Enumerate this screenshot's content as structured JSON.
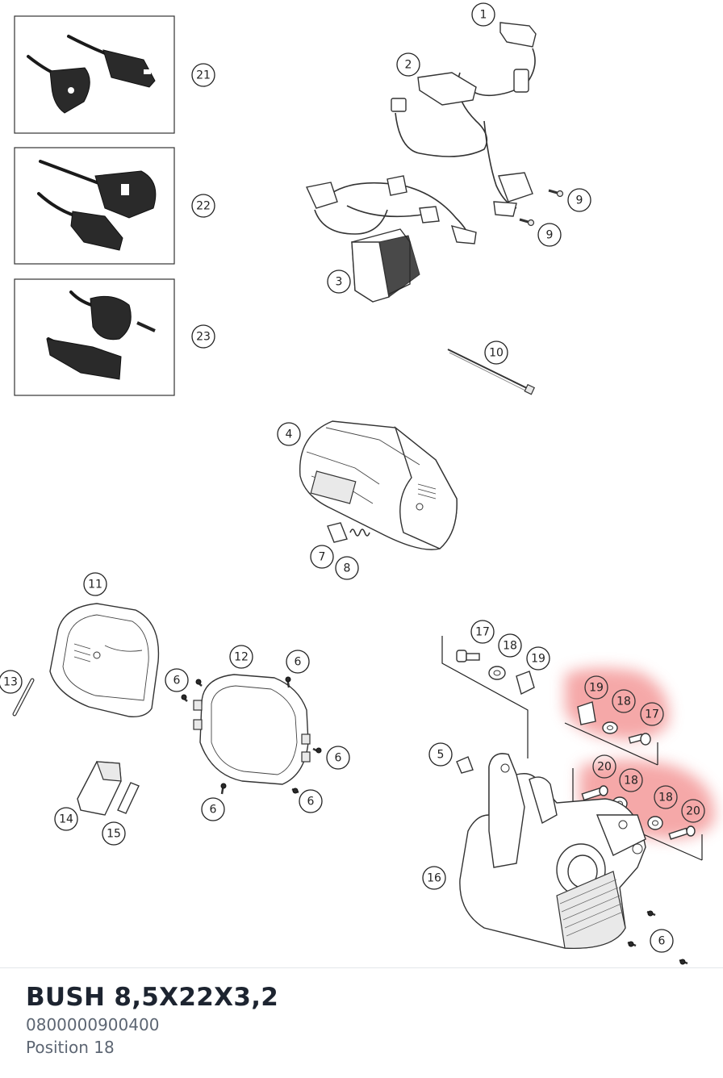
{
  "part": {
    "title": "BUSH 8,5X22X3,2",
    "number": "0800000900400",
    "position": "Position 18"
  },
  "highlight_color": "#f28b8b",
  "callouts": [
    {
      "label": "1"
    },
    {
      "label": "2"
    },
    {
      "label": "3"
    },
    {
      "label": "4"
    },
    {
      "label": "5"
    },
    {
      "label": "6"
    },
    {
      "label": "6"
    },
    {
      "label": "6"
    },
    {
      "label": "6"
    },
    {
      "label": "6"
    },
    {
      "label": "6"
    },
    {
      "label": "7"
    },
    {
      "label": "8"
    },
    {
      "label": "9"
    },
    {
      "label": "9"
    },
    {
      "label": "10"
    },
    {
      "label": "11"
    },
    {
      "label": "12"
    },
    {
      "label": "13"
    },
    {
      "label": "14"
    },
    {
      "label": "15"
    },
    {
      "label": "16"
    },
    {
      "label": "17"
    },
    {
      "label": "18"
    },
    {
      "label": "19"
    },
    {
      "label": "19"
    },
    {
      "label": "18"
    },
    {
      "label": "17"
    },
    {
      "label": "20"
    },
    {
      "label": "18"
    },
    {
      "label": "18"
    },
    {
      "label": "20"
    },
    {
      "label": "21"
    },
    {
      "label": "22"
    },
    {
      "label": "23"
    }
  ]
}
